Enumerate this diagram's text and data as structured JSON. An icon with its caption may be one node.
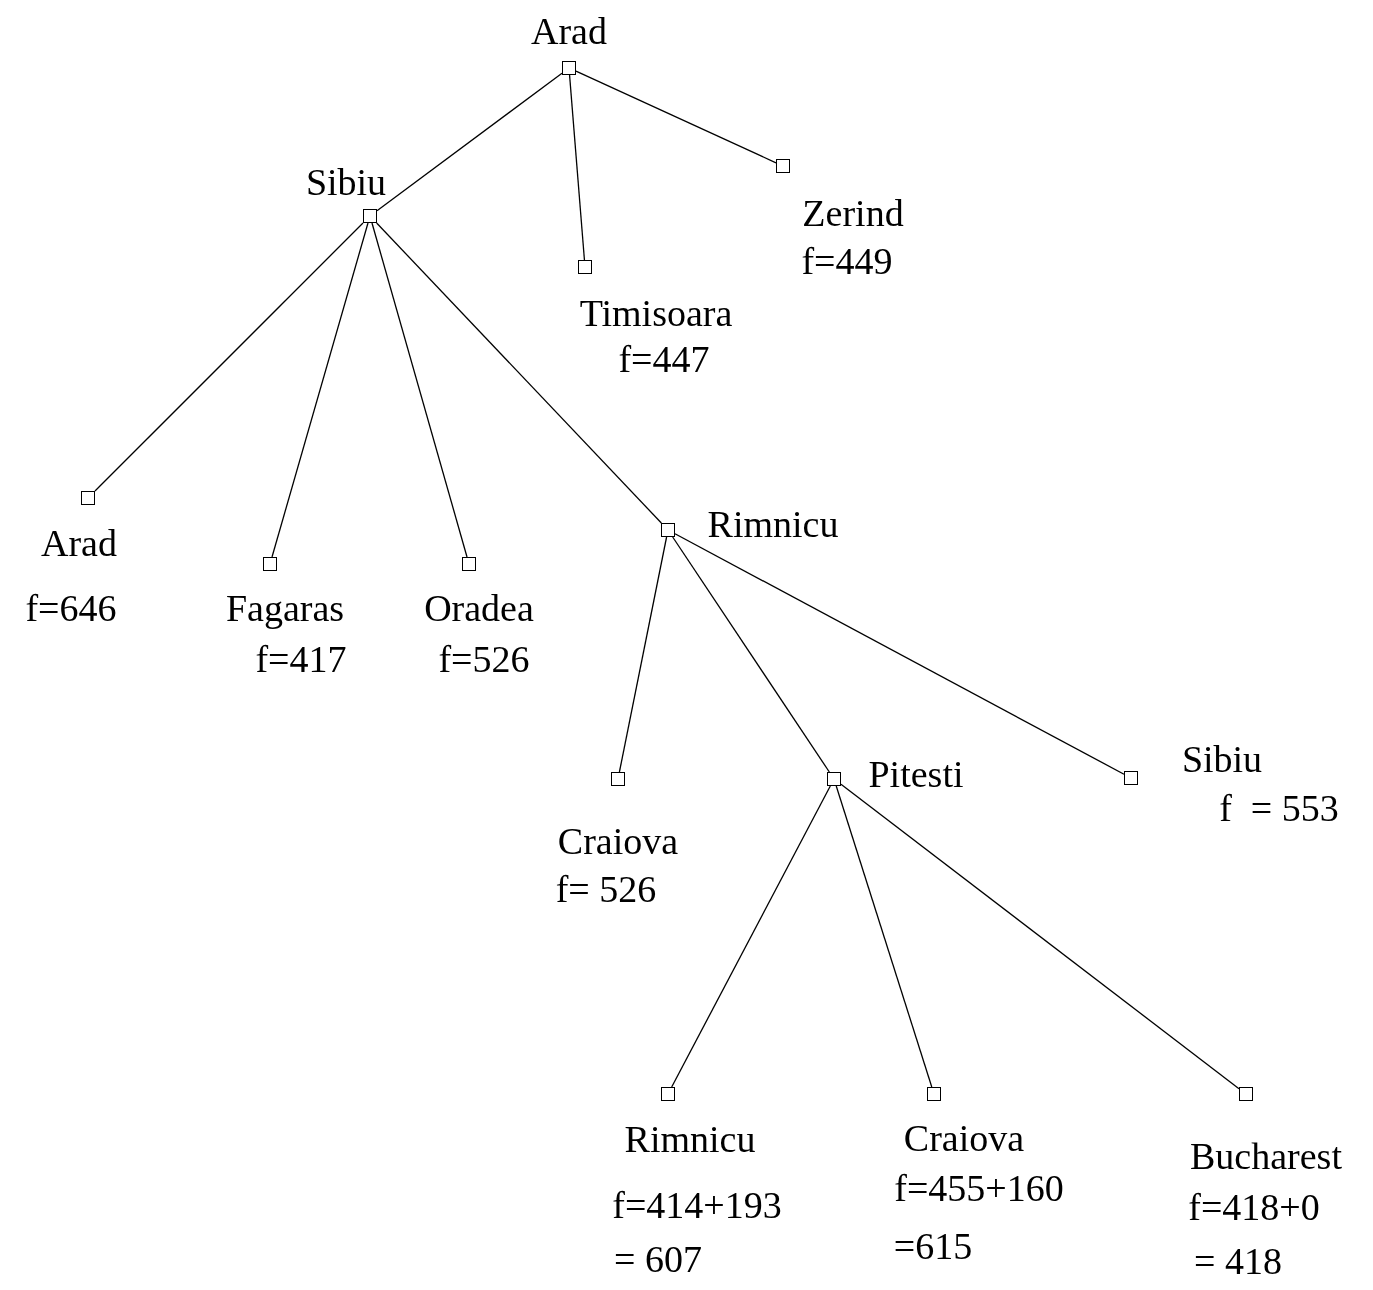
{
  "diagram": {
    "nodes": [
      {
        "text": [
          "Arad"
        ]
      },
      {
        "text": [
          "Sibiu"
        ]
      },
      {
        "text": [
          "Timisoara",
          "f=447"
        ]
      },
      {
        "text": [
          "Zerind",
          "f=449"
        ]
      },
      {
        "text": [
          "Arad",
          "f=646"
        ]
      },
      {
        "text": [
          "Fagaras",
          "f=417"
        ]
      },
      {
        "text": [
          "Oradea",
          "f=526"
        ]
      },
      {
        "text": [
          "Rimnicu"
        ]
      },
      {
        "text": [
          "Craiova",
          "f= 526"
        ]
      },
      {
        "text": [
          "Pitesti"
        ]
      },
      {
        "text": [
          "Sibiu",
          "f  = 553"
        ]
      },
      {
        "text": [
          "Rimnicu",
          "f=414+193",
          "= 607"
        ]
      },
      {
        "text": [
          "Craiova",
          "f=455+160",
          "=615"
        ]
      },
      {
        "text": [
          "Bucharest",
          "f=418+0",
          "= 418"
        ]
      }
    ],
    "edges": [
      {
        "from": 0,
        "to": 1,
        "arrow": "none"
      },
      {
        "from": 0,
        "to": 2,
        "arrow": "none"
      },
      {
        "from": 0,
        "to": 3,
        "arrow": "none"
      },
      {
        "from": 1,
        "to": 4,
        "arrow": "none"
      },
      {
        "from": 1,
        "to": 5,
        "arrow": "none"
      },
      {
        "from": 1,
        "to": 6,
        "arrow": "none"
      },
      {
        "from": 1,
        "to": 7,
        "arrow": "none"
      },
      {
        "from": 7,
        "to": 8,
        "arrow": "none"
      },
      {
        "from": 7,
        "to": 9,
        "arrow": "none"
      },
      {
        "from": 7,
        "to": 10,
        "arrow": "none"
      },
      {
        "from": 9,
        "to": 11,
        "arrow": "none"
      },
      {
        "from": 9,
        "to": 12,
        "arrow": "none"
      },
      {
        "from": 9,
        "to": 13,
        "arrow": "none"
      }
    ]
  }
}
